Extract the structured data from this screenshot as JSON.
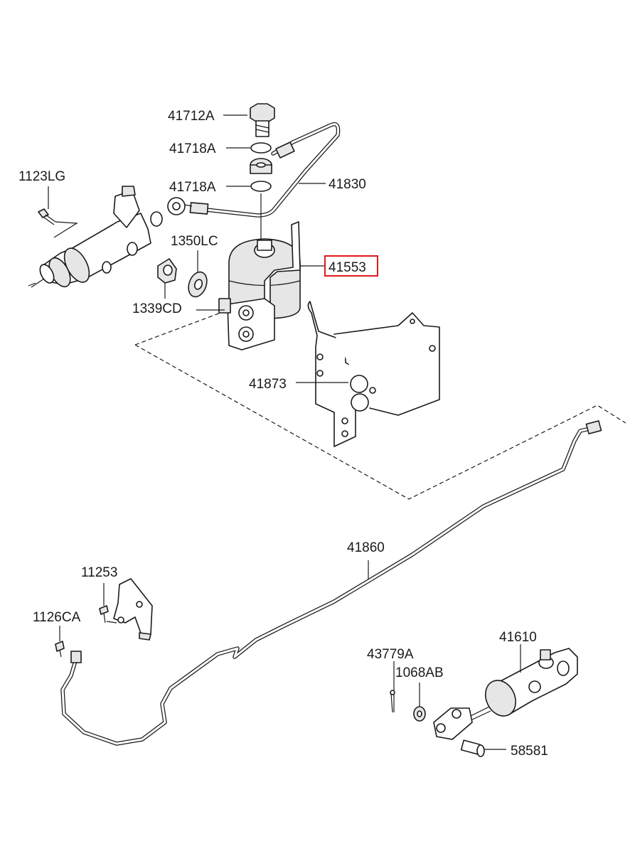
{
  "diagram": {
    "highlight_color": "#e0191e",
    "line_color": "#1a1a1a",
    "labels": {
      "p41712A": "41712A",
      "p41718A_top": "41718A",
      "p41718A_bottom": "41718A",
      "p41830": "41830",
      "p1123LG": "1123LG",
      "p1350LC": "1350LC",
      "p41553": "41553",
      "p1339CD": "1339CD",
      "p41873": "41873",
      "p41860": "41860",
      "p11253": "11253",
      "p1126CA": "1126CA",
      "p43779A": "43779A",
      "p1068AB": "1068AB",
      "p41610": "41610",
      "p58581": "58581"
    }
  }
}
